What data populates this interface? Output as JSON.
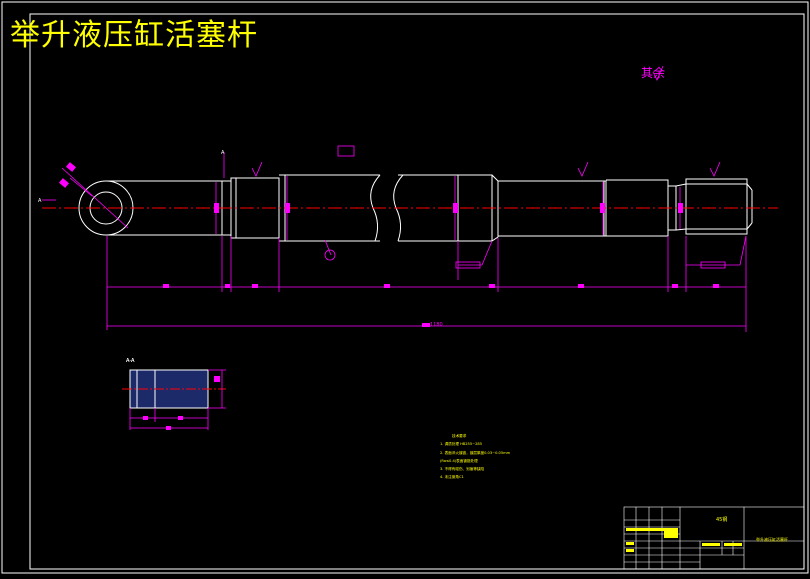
{
  "drawing": {
    "title": "举升液压缸活塞杆",
    "surface_finish_note": "其余",
    "material": "45钢",
    "part_name": "举升液压缸活塞杆",
    "overall_length_label": "1180",
    "section_label": "A-A",
    "tech_requirements": {
      "heading": "技术要求",
      "items": [
        "1. 调质处理 HB255~285",
        "2. 表面淬火镀铬，镀层厚度0.03~0.05mm",
        "(Ra≤0.4)表面镀铬处理",
        "3. 不得有碰伤、划痕等缺陷",
        "4. 未注倒角C1"
      ]
    }
  },
  "colors": {
    "background": "#000000",
    "frame": "#ffffff",
    "outline": "#ffffff",
    "dimension": "#ff00ff",
    "centerline": "#ff0000",
    "title": "#ffff00",
    "hatch": "#1c2a6a"
  }
}
